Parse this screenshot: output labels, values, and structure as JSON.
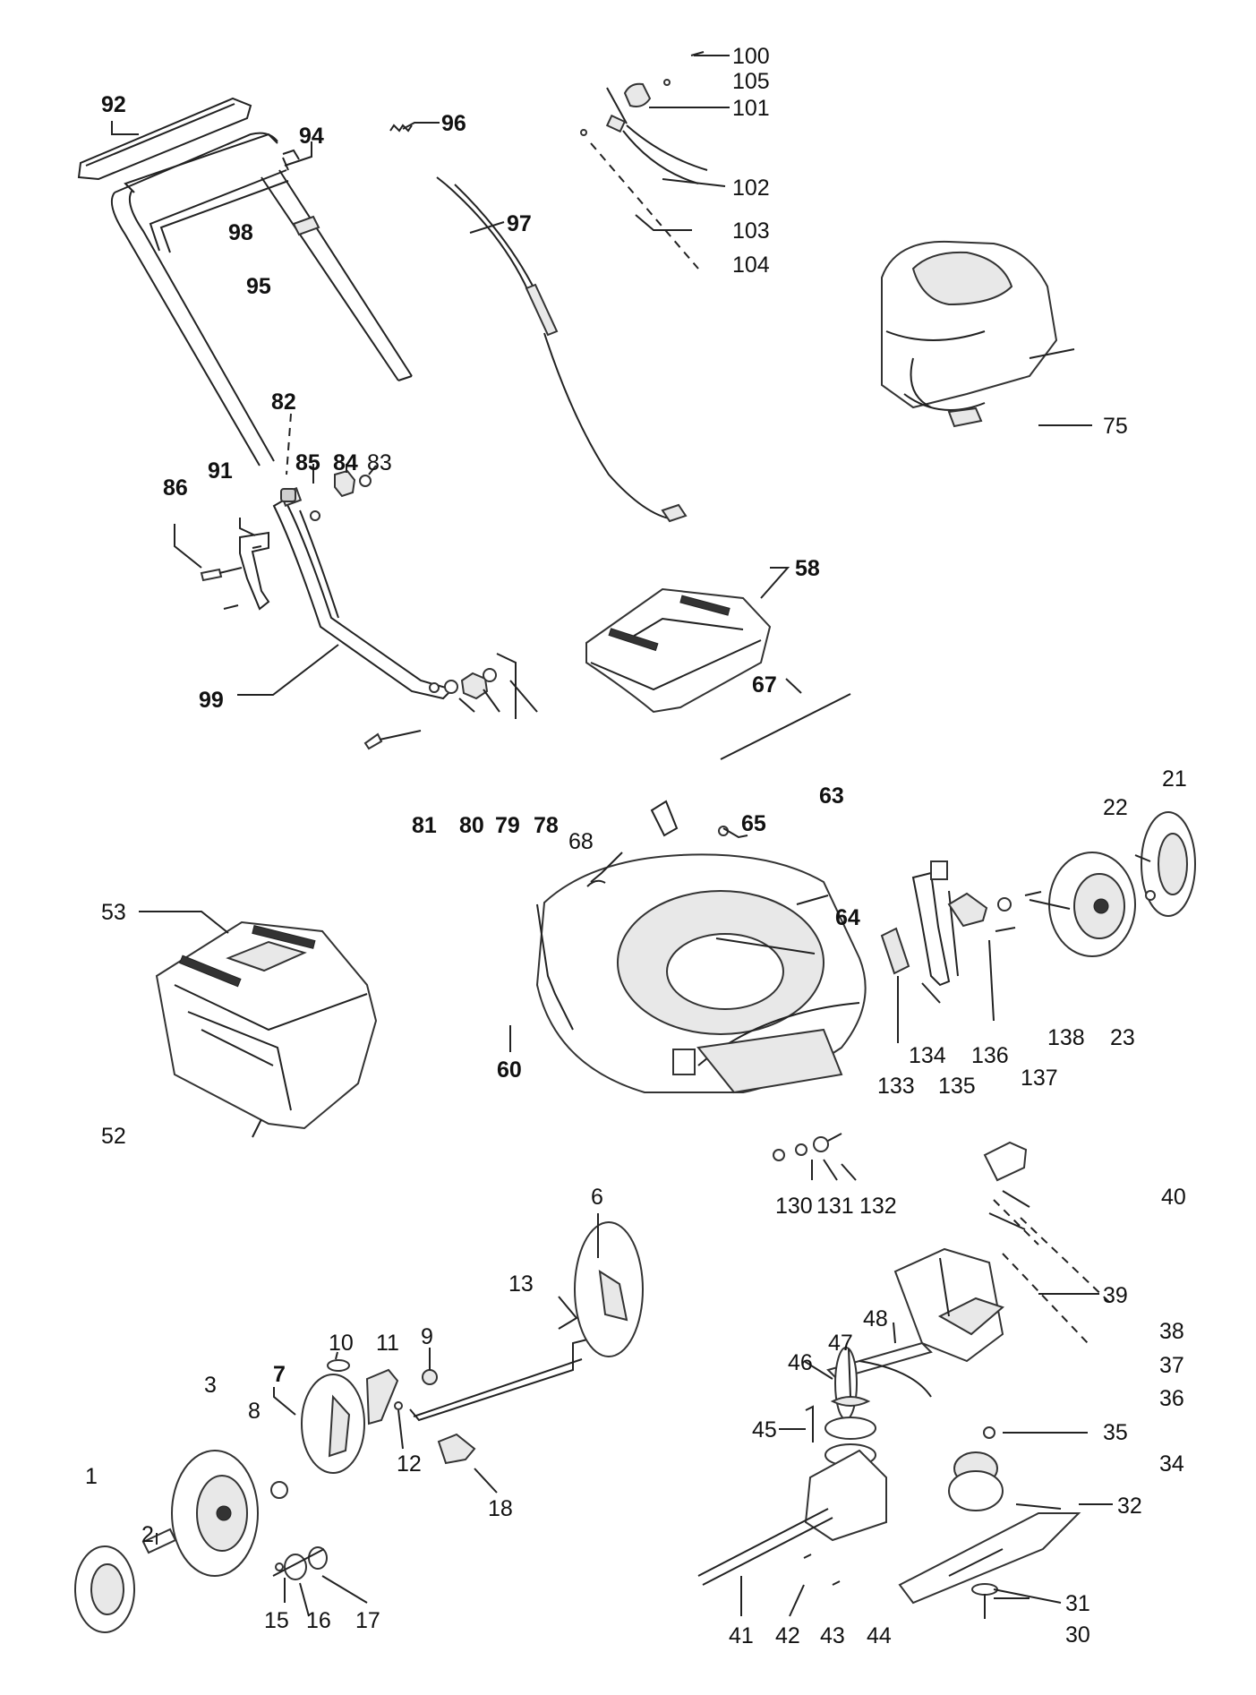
{
  "colors": {
    "ink": "#111111",
    "background": "#ffffff",
    "part_fill": "#e8e8e8"
  },
  "labels": {
    "l1": "1",
    "l2": "2",
    "l3": "3",
    "l6": "6",
    "l7": "7",
    "l8": "8",
    "l9": "9",
    "l10": "10",
    "l11": "11",
    "l12": "12",
    "l13": "13",
    "l15": "15",
    "l16": "16",
    "l17": "17",
    "l18": "18",
    "l21": "21",
    "l22": "22",
    "l23": "23",
    "l30": "30",
    "l31": "31",
    "l32": "32",
    "l34": "34",
    "l35": "35",
    "l36": "36",
    "l37": "37",
    "l38": "38",
    "l39": "39",
    "l40": "40",
    "l41": "41",
    "l42": "42",
    "l43": "43",
    "l44": "44",
    "l45": "45",
    "l46": "46",
    "l47": "47",
    "l48": "48",
    "l52": "52",
    "l53": "53",
    "l58": "58",
    "l60": "60",
    "l63": "63",
    "l64": "64",
    "l65": "65",
    "l67": "67",
    "l68": "68",
    "l75": "75",
    "l78": "78",
    "l79": "79",
    "l80": "80",
    "l81": "81",
    "l82": "82",
    "l83": "83",
    "l84": "84",
    "l85": "85",
    "l86": "86",
    "l91": "91",
    "l92": "92",
    "l94": "94",
    "l95": "95",
    "l96": "96",
    "l97": "97",
    "l98": "98",
    "l99": "99",
    "l100": "100",
    "l101": "101",
    "l102": "102",
    "l103": "103",
    "l104": "104",
    "l105": "105",
    "l130": "130",
    "l131": "131",
    "l132": "132",
    "l133": "133",
    "l134": "134",
    "l135": "135",
    "l136": "136",
    "l137": "137",
    "l138": "138"
  }
}
